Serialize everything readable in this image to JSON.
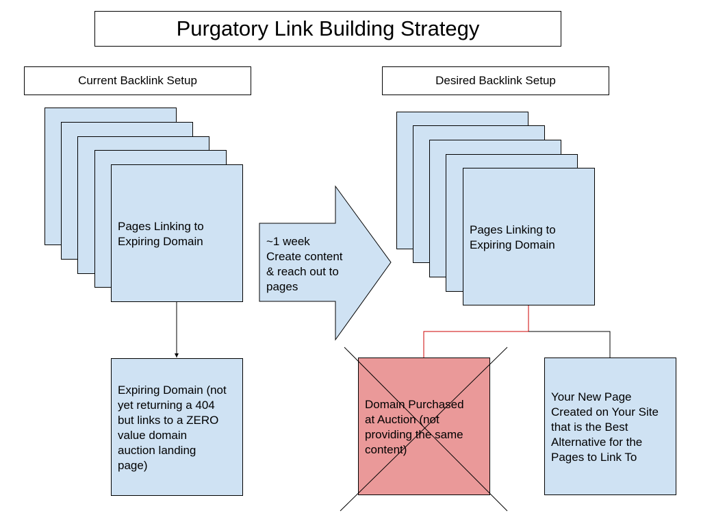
{
  "title": "Purgatory Link Building Strategy",
  "current": {
    "header": "Current Backlink Setup",
    "pages_label": "Pages Linking to\nExpiring Domain",
    "expiring_domain": "Expiring Domain (not\nyet returning a 404\nbut links to a ZERO\nvalue domain\nauction landing\npage)"
  },
  "arrow": {
    "label": "~1 week\nCreate content\n& reach out to\npages"
  },
  "desired": {
    "header": "Desired Backlink Setup",
    "pages_label": "Pages Linking to\nExpiring Domain",
    "purchased_domain": "Domain Purchased\nat Auction (not\nproviding the same\ncontent)",
    "new_page": "Your New Page\nCreated on Your Site\nthat is the Best\nAlternative for the\nPages to Link To"
  },
  "colors": {
    "page_fill": "#cfe2f3",
    "rejected_fill": "#ea9999",
    "rejected_connector": "#cc0000",
    "stroke": "#000000"
  }
}
